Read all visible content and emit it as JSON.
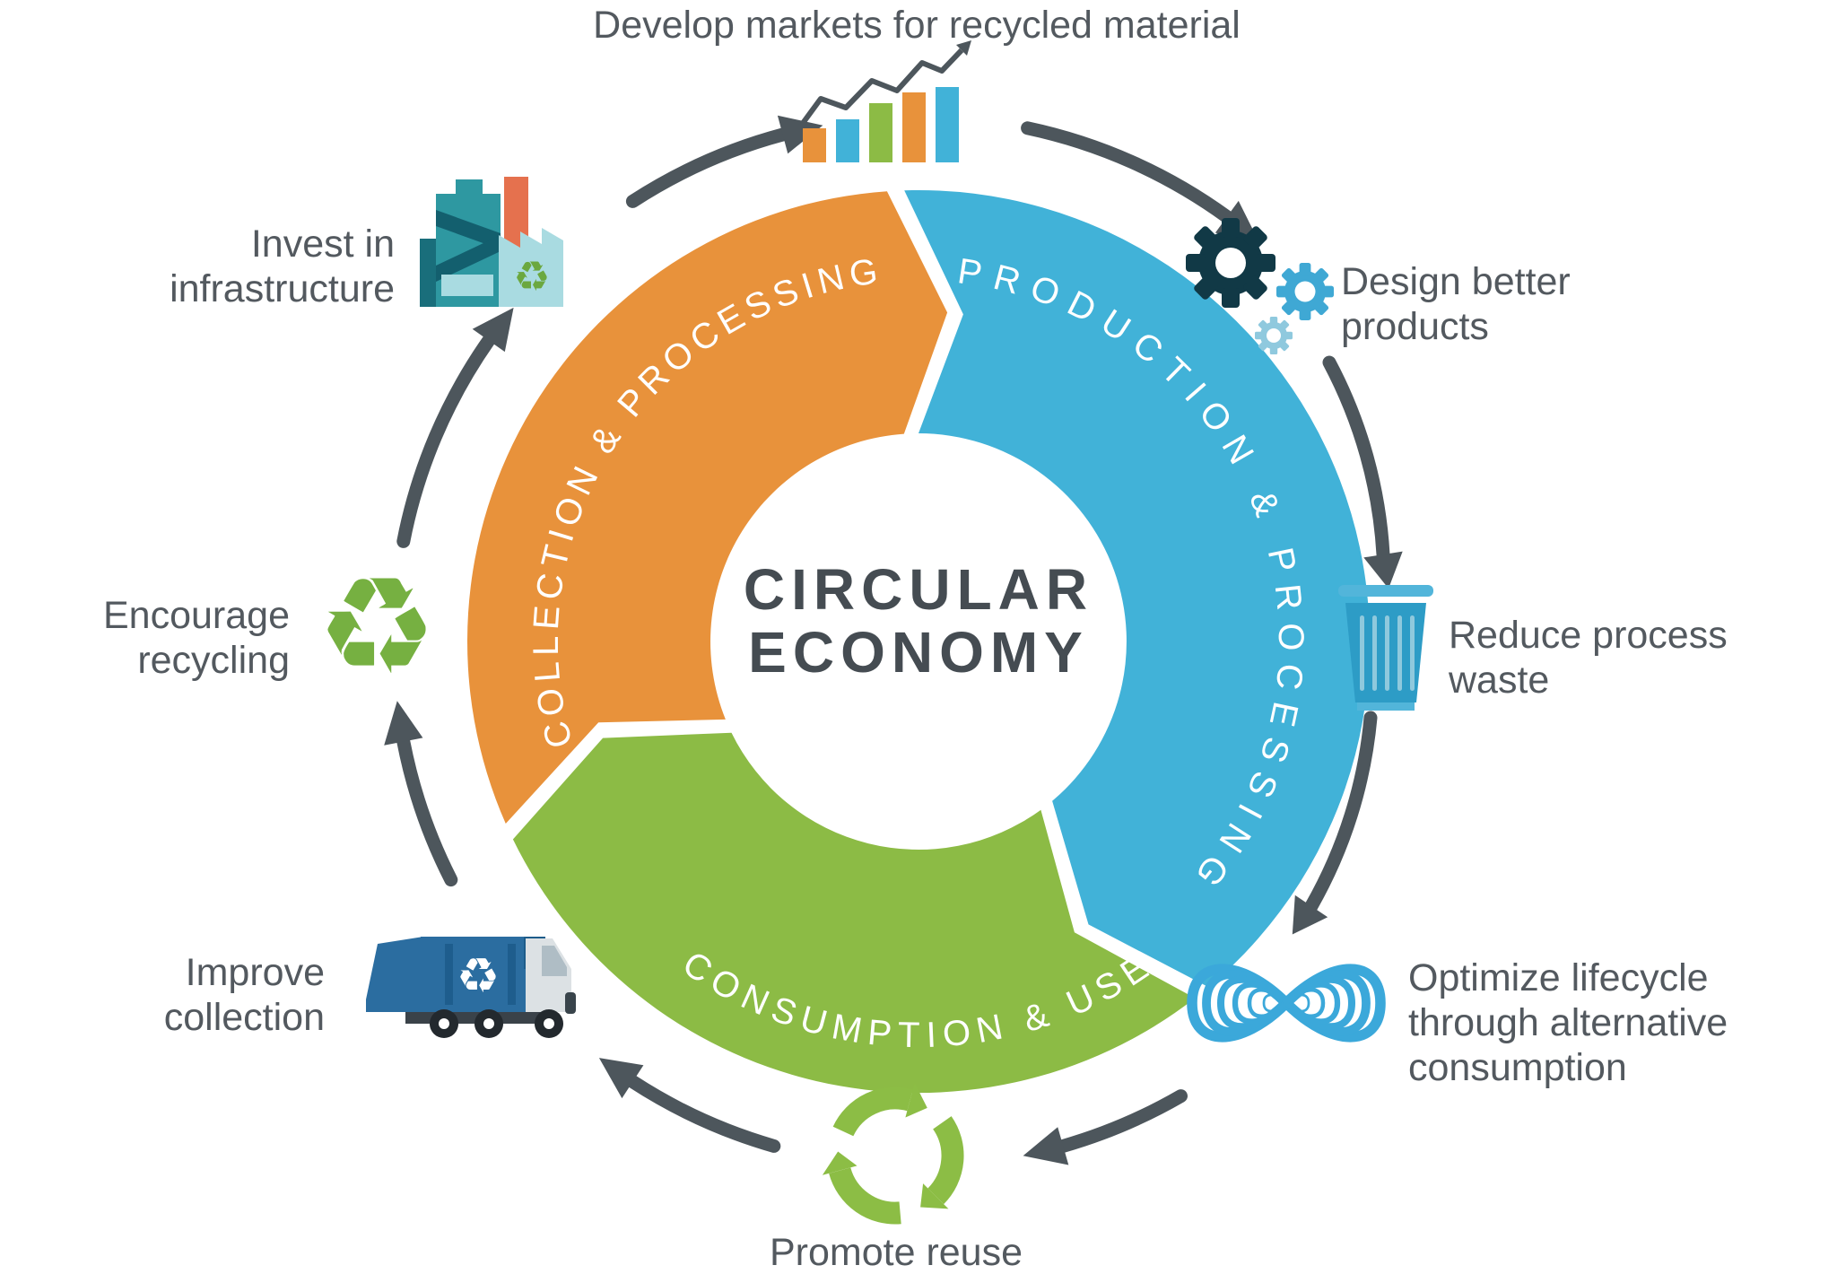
{
  "diagram_title": {
    "line1": "CIRCULAR",
    "line2": "ECONOMY"
  },
  "segments": [
    {
      "label": "COLLECTION & PROCESSING",
      "color": "#E8923B"
    },
    {
      "label": "PRODUCTION & PROCESSING",
      "color": "#41B2D8"
    },
    {
      "label": "CONSUMPTION & USE",
      "color": "#8CBB45"
    }
  ],
  "callouts": {
    "develop_markets": {
      "icon": "bar-chart-icon",
      "lines": [
        "Develop markets for recycled material"
      ]
    },
    "design_better_products": {
      "icon": "gears-icon",
      "lines": [
        "Design better",
        "products"
      ]
    },
    "reduce_process_waste": {
      "icon": "trash-can-icon",
      "lines": [
        "Reduce process",
        "waste"
      ]
    },
    "optimize_lifecycle": {
      "icon": "infinity-loop-icon",
      "lines": [
        "Optimize lifecycle",
        "through alternative",
        "consumption"
      ]
    },
    "promote_reuse": {
      "icon": "reuse-cycle-icon",
      "lines": [
        "Promote reuse"
      ]
    },
    "improve_collection": {
      "icon": "garbage-truck-icon",
      "lines": [
        "Improve",
        "collection"
      ]
    },
    "encourage_recycling": {
      "icon": "recycling-symbol-icon",
      "lines": [
        "Encourage",
        "recycling"
      ]
    },
    "invest_infrastructure": {
      "icon": "factory-icon",
      "lines": [
        "Invest in",
        "infrastructure"
      ]
    }
  },
  "glyphs": {
    "recycling_symbol": "♻"
  },
  "palette": {
    "segment_orange": "#E8923B",
    "segment_blue": "#41B2D8",
    "segment_green": "#8CBB45",
    "flow_arrow_gray": "#4D565C",
    "label_text": "#53595F",
    "title_text": "#454C52",
    "gear_dark_navy": "#113946",
    "gear_mid_blue": "#3FA8D4",
    "gear_light_blue": "#8FC9DE",
    "trash_body_blue": "#2D9CC6",
    "trash_lid_blue": "#52B5DA",
    "infinity_blue": "#3BA8DA",
    "reuse_ring_green": "#8CBD45",
    "truck_box_blue": "#2B6DA0",
    "truck_cab_gray": "#DCE1E4",
    "recycle_symbol_green": "#76B041",
    "factory_teal": "#2E98A1",
    "factory_light_blue": "#A9DBE1",
    "chimney_orange": "#E5714E"
  }
}
